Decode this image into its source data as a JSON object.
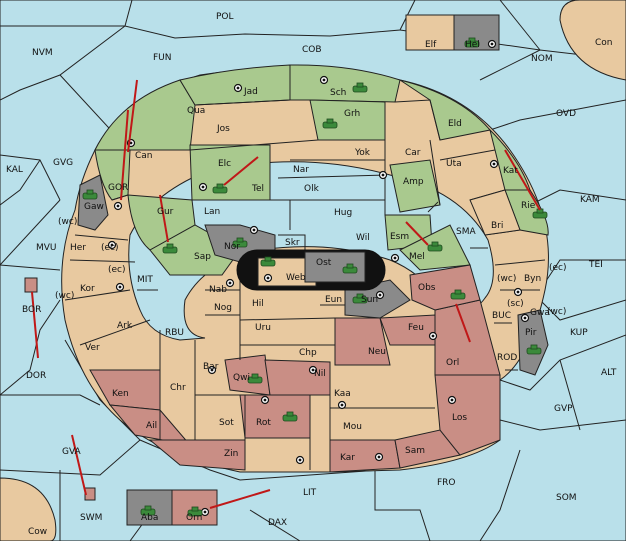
{
  "map": {
    "regions": [
      {
        "id": "pol",
        "label": "POL"
      },
      {
        "id": "nvm",
        "label": "NVM"
      },
      {
        "id": "fun",
        "label": "FUN"
      },
      {
        "id": "cob",
        "label": "COB"
      },
      {
        "id": "nom",
        "label": "NOM"
      },
      {
        "id": "con",
        "label": "Con"
      },
      {
        "id": "ovd",
        "label": "OVD"
      },
      {
        "id": "kal",
        "label": "KAL"
      },
      {
        "id": "gvg",
        "label": "GVG"
      },
      {
        "id": "kam",
        "label": "KAM"
      },
      {
        "id": "mvu",
        "label": "MVU"
      },
      {
        "id": "tei",
        "label": "TEI"
      },
      {
        "id": "mit",
        "label": "MIT"
      },
      {
        "id": "rbu",
        "label": "RBU"
      },
      {
        "id": "sma",
        "label": "SMA"
      },
      {
        "id": "buc",
        "label": "BUC"
      },
      {
        "id": "kup",
        "label": "KUP"
      },
      {
        "id": "dor",
        "label": "DOR"
      },
      {
        "id": "alt",
        "label": "ALT"
      },
      {
        "id": "rod",
        "label": "ROD"
      },
      {
        "id": "gvp",
        "label": "GVP"
      },
      {
        "id": "gva",
        "label": "GVA"
      },
      {
        "id": "fro",
        "label": "FRO"
      },
      {
        "id": "lit",
        "label": "LIT"
      },
      {
        "id": "som",
        "label": "SOM"
      },
      {
        "id": "swm",
        "label": "SWM"
      },
      {
        "id": "dax",
        "label": "DAX"
      },
      {
        "id": "cow",
        "label": "Cow"
      },
      {
        "id": "elf",
        "label": "Elf"
      },
      {
        "id": "hel",
        "label": "Hel"
      },
      {
        "id": "jad",
        "label": "Jad"
      },
      {
        "id": "sch",
        "label": "Sch"
      },
      {
        "id": "qua",
        "label": "Qua"
      },
      {
        "id": "grh",
        "label": "Grh"
      },
      {
        "id": "jos",
        "label": "Jos"
      },
      {
        "id": "eld",
        "label": "Eld"
      },
      {
        "id": "can",
        "label": "Can"
      },
      {
        "id": "yok",
        "label": "Yok"
      },
      {
        "id": "car",
        "label": "Car"
      },
      {
        "id": "uta",
        "label": "Uta"
      },
      {
        "id": "nar",
        "label": "Nar"
      },
      {
        "id": "elc",
        "label": "Elc"
      },
      {
        "id": "tel",
        "label": "Tel"
      },
      {
        "id": "olk",
        "label": "Olk"
      },
      {
        "id": "amp",
        "label": "Amp"
      },
      {
        "id": "kat",
        "label": "Kat"
      },
      {
        "id": "gor",
        "label": "GOR"
      },
      {
        "id": "gaw",
        "label": "Gaw"
      },
      {
        "id": "gur",
        "label": "Gur"
      },
      {
        "id": "lan",
        "label": "Lan"
      },
      {
        "id": "hug",
        "label": "Hug"
      },
      {
        "id": "rie",
        "label": "Rie"
      },
      {
        "id": "bri",
        "label": "Bri"
      },
      {
        "id": "wil",
        "label": "Wil"
      },
      {
        "id": "esm",
        "label": "Esm"
      },
      {
        "id": "nor",
        "label": "Nor"
      },
      {
        "id": "skr",
        "label": "Skr"
      },
      {
        "id": "her",
        "label": "Her"
      },
      {
        "id": "sap",
        "label": "Sap"
      },
      {
        "id": "ost",
        "label": "Ost"
      },
      {
        "id": "mel",
        "label": "Mel"
      },
      {
        "id": "web",
        "label": "Web"
      },
      {
        "id": "byn",
        "label": "Byn"
      },
      {
        "id": "kor",
        "label": "Kor"
      },
      {
        "id": "nab",
        "label": "Nab"
      },
      {
        "id": "eun",
        "label": "Eun"
      },
      {
        "id": "sun",
        "label": "Sun"
      },
      {
        "id": "obs",
        "label": "Obs"
      },
      {
        "id": "hil",
        "label": "Hil"
      },
      {
        "id": "gwa",
        "label": "Gwa"
      },
      {
        "id": "nog",
        "label": "Nog"
      },
      {
        "id": "bor",
        "label": "BOR"
      },
      {
        "id": "ark",
        "label": "Ark"
      },
      {
        "id": "uru",
        "label": "Uru"
      },
      {
        "id": "feu",
        "label": "Feu"
      },
      {
        "id": "pir",
        "label": "Pir"
      },
      {
        "id": "ver",
        "label": "Ver"
      },
      {
        "id": "chp",
        "label": "Chp"
      },
      {
        "id": "neu",
        "label": "Neu"
      },
      {
        "id": "orl",
        "label": "Orl"
      },
      {
        "id": "bar",
        "label": "Bar"
      },
      {
        "id": "qwi",
        "label": "Qwi"
      },
      {
        "id": "nil",
        "label": "Nil"
      },
      {
        "id": "ken",
        "label": "Ken"
      },
      {
        "id": "chr",
        "label": "Chr"
      },
      {
        "id": "kaa",
        "label": "Kaa"
      },
      {
        "id": "ail",
        "label": "Ail"
      },
      {
        "id": "rot",
        "label": "Rot"
      },
      {
        "id": "sot",
        "label": "Sot"
      },
      {
        "id": "los",
        "label": "Los"
      },
      {
        "id": "mou",
        "label": "Mou"
      },
      {
        "id": "zin",
        "label": "Zin"
      },
      {
        "id": "kar",
        "label": "Kar"
      },
      {
        "id": "sam",
        "label": "Sam"
      },
      {
        "id": "aba",
        "label": "Aba"
      },
      {
        "id": "orn",
        "label": "Orn"
      }
    ],
    "coast_labels": [
      {
        "id": "wc1",
        "label": "(wc)"
      },
      {
        "id": "ec1",
        "label": "(ec)"
      },
      {
        "id": "ec2",
        "label": "(ec)"
      },
      {
        "id": "wc2",
        "label": "(wc)"
      },
      {
        "id": "wc3",
        "label": "(wc)"
      },
      {
        "id": "ec3",
        "label": "(ec)"
      },
      {
        "id": "sc1",
        "label": "(sc)"
      },
      {
        "id": "wc4",
        "label": "(wc)"
      }
    ]
  }
}
